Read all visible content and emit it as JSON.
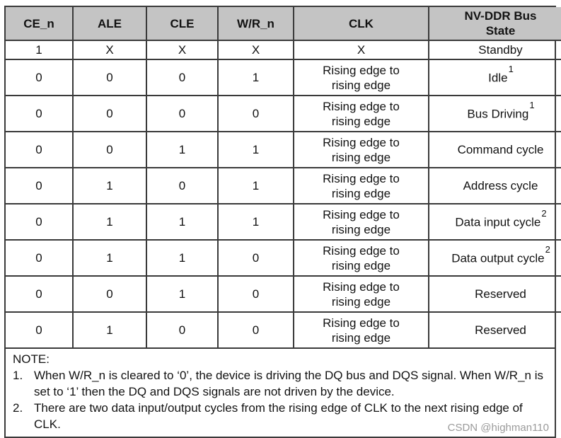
{
  "colors": {
    "header_bg": "#c4c4c4",
    "border": "#3a3a3a",
    "watermark_text": "#9b9b9b"
  },
  "table": {
    "headers": [
      "CE_n",
      "ALE",
      "CLE",
      "W/R_n",
      "CLK",
      "NV-DDR Bus State"
    ],
    "rows": [
      {
        "cells": [
          "1",
          "X",
          "X",
          "X",
          "X"
        ],
        "state": "Standby",
        "sup": ""
      },
      {
        "cells": [
          "0",
          "0",
          "0",
          "1",
          "Rising edge to rising edge"
        ],
        "state": "Idle",
        "sup": "1"
      },
      {
        "cells": [
          "0",
          "0",
          "0",
          "0",
          "Rising edge to rising edge"
        ],
        "state": "Bus Driving",
        "sup": "1"
      },
      {
        "cells": [
          "0",
          "0",
          "1",
          "1",
          "Rising edge to rising edge"
        ],
        "state": "Command cycle",
        "sup": ""
      },
      {
        "cells": [
          "0",
          "1",
          "0",
          "1",
          "Rising edge to rising edge"
        ],
        "state": "Address cycle",
        "sup": ""
      },
      {
        "cells": [
          "0",
          "1",
          "1",
          "1",
          "Rising edge to rising edge"
        ],
        "state": "Data input cycle",
        "sup": "2"
      },
      {
        "cells": [
          "0",
          "1",
          "1",
          "0",
          "Rising edge to rising edge"
        ],
        "state": "Data output cycle",
        "sup": "2"
      },
      {
        "cells": [
          "0",
          "0",
          "1",
          "0",
          "Rising edge to rising edge"
        ],
        "state": "Reserved",
        "sup": ""
      },
      {
        "cells": [
          "0",
          "1",
          "0",
          "0",
          "Rising edge to rising edge"
        ],
        "state": "Reserved",
        "sup": ""
      }
    ]
  },
  "note": {
    "title": "NOTE:",
    "items": [
      {
        "num": "1.",
        "text": "When W/R_n is cleared to ‘0’, the device is driving the DQ bus and DQS signal.  When W/R_n is set to ‘1’ then the DQ and DQS signals are not driven by the device."
      },
      {
        "num": "2.",
        "text": "There are two data input/output cycles from the rising edge of CLK to the next rising edge of CLK."
      }
    ]
  },
  "watermark": "CSDN @highman110"
}
